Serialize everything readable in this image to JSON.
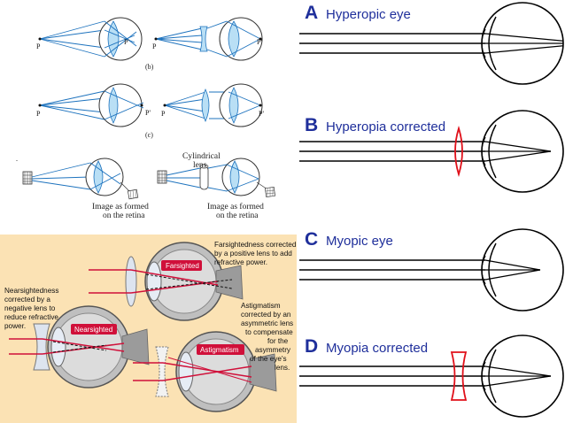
{
  "textbook_figure": {
    "point_p": "P",
    "point_p_prime": "P'",
    "caption_b": "(b)",
    "caption_c": "(c)",
    "cylindrical_lens_label": "Cylindrical\nlens",
    "image_formed_label": "Image as formed\non the retina",
    "dot_mark": "."
  },
  "correction_illustration": {
    "farsighted_label": "Farsighted",
    "nearsighted_label": "Nearsighted",
    "astigmatism_label": "Astigmatism",
    "farsighted_note": "Farsightedness corrected\nby a positive lens to add\nrefractive power.",
    "nearsighted_note": "Nearsightedness\ncorrected by a\nnegative lens to\nreduce refractive\npower.",
    "astigmatism_note": "Astigmatism\ncorrected by an\nasymmetric lens\nto compensate\nfor the\nasymmetry\nof the eye's\nlens.",
    "colors": {
      "background": "#fbe2b4",
      "ray": "#d0103a",
      "eye_gray": "#bfbfbf",
      "lens_fill": "#dde4ef"
    }
  },
  "eye_panels": [
    {
      "letter": "A",
      "title": "Hyperopic eye",
      "lens": "none"
    },
    {
      "letter": "B",
      "title": "Hyperopia corrected",
      "lens": "convex"
    },
    {
      "letter": "C",
      "title": "Myopic eye",
      "lens": "none"
    },
    {
      "letter": "D",
      "title": "Myopia corrected",
      "lens": "concave"
    }
  ],
  "colors": {
    "blue_ray": "#1e73be",
    "blue_fill": "#b9dff5",
    "heading_blue": "#1f2f9b",
    "corrective_lens": "#e0101a"
  }
}
